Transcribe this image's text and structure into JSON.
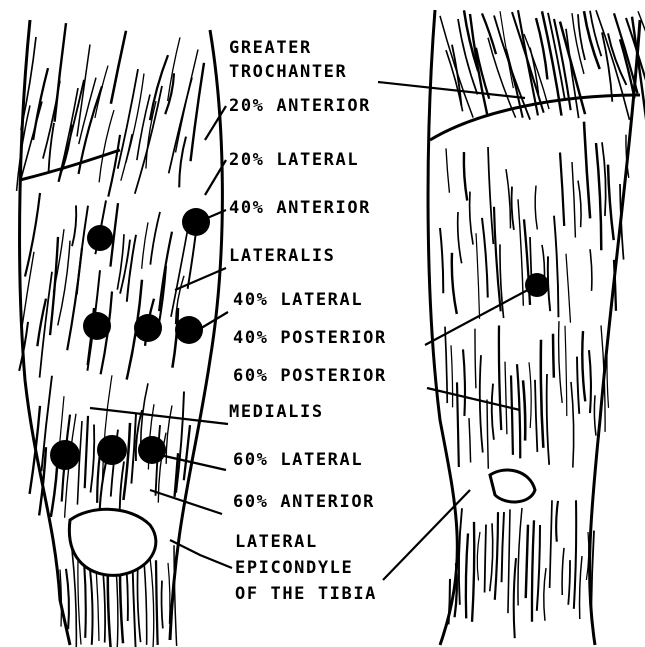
{
  "labels": {
    "greater_trochanter_1": "GREATER",
    "greater_trochanter_2": "TROCHANTER",
    "anterior_20": "20% ANTERIOR",
    "lateral_20": "20% LATERAL",
    "anterior_40": "40% ANTERIOR",
    "lateralis": "LATERALIS",
    "lateral_40": "40% LATERAL",
    "posterior_40": "40% POSTERIOR",
    "posterior_60": "60% POSTERIOR",
    "medialis": "MEDIALIS",
    "lateral_60": "60% LATERAL",
    "anterior_60": "60% ANTERIOR",
    "epicondyle_1": "LATERAL",
    "epicondyle_2": "EPICONDYLE",
    "epicondyle_3": "OF THE TIBIA"
  },
  "colors": {
    "ink": "#000000",
    "paper": "#ffffff"
  }
}
